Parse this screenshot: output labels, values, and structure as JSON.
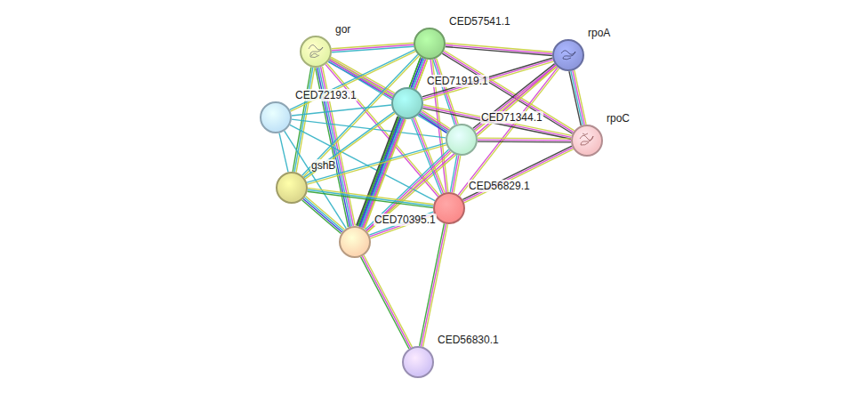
{
  "diagram": {
    "nodes": [
      {
        "text": [
          "gor"
        ]
      },
      {
        "text": [
          "CED57541.1"
        ]
      },
      {
        "text": [
          "rpoA"
        ]
      },
      {
        "text": [
          "CED72193.1"
        ]
      },
      {
        "text": [
          "CED71919.1"
        ]
      },
      {
        "text": [
          "CED71344.1"
        ]
      },
      {
        "text": [
          "rpoC"
        ]
      },
      {
        "text": [
          "gshB"
        ]
      },
      {
        "text": [
          "CED56829.1"
        ]
      },
      {
        "text": [
          "CED70395.1"
        ]
      },
      {
        "text": [
          "CED56830.1"
        ]
      }
    ],
    "edges": [
      {
        "from": 0,
        "to": 1,
        "arrow": "none"
      },
      {
        "from": 0,
        "to": 4,
        "arrow": "none"
      },
      {
        "from": 0,
        "to": 5,
        "arrow": "none"
      },
      {
        "from": 0,
        "to": 8,
        "arrow": "none"
      },
      {
        "from": 0,
        "to": 9,
        "arrow": "none"
      },
      {
        "from": 0,
        "to": 7,
        "arrow": "none"
      },
      {
        "from": 1,
        "to": 2,
        "arrow": "none"
      },
      {
        "from": 1,
        "to": 6,
        "arrow": "none"
      },
      {
        "from": 1,
        "to": 4,
        "arrow": "none"
      },
      {
        "from": 1,
        "to": 5,
        "arrow": "none"
      },
      {
        "from": 1,
        "to": 8,
        "arrow": "none"
      },
      {
        "from": 1,
        "to": 9,
        "arrow": "none"
      },
      {
        "from": 1,
        "to": 7,
        "arrow": "none"
      },
      {
        "from": 1,
        "to": 3,
        "arrow": "none"
      },
      {
        "from": 2,
        "to": 4,
        "arrow": "none"
      },
      {
        "from": 2,
        "to": 5,
        "arrow": "none"
      },
      {
        "from": 2,
        "to": 6,
        "arrow": "none"
      },
      {
        "from": 2,
        "to": 8,
        "arrow": "none"
      },
      {
        "from": 2,
        "to": 9,
        "arrow": "none"
      },
      {
        "from": 3,
        "to": 4,
        "arrow": "none"
      },
      {
        "from": 3,
        "to": 7,
        "arrow": "none"
      },
      {
        "from": 3,
        "to": 9,
        "arrow": "none"
      },
      {
        "from": 3,
        "to": 5,
        "arrow": "none"
      },
      {
        "from": 3,
        "to": 8,
        "arrow": "none"
      },
      {
        "from": 4,
        "to": 5,
        "arrow": "none"
      },
      {
        "from": 4,
        "to": 6,
        "arrow": "none"
      },
      {
        "from": 4,
        "to": 8,
        "arrow": "none"
      },
      {
        "from": 4,
        "to": 9,
        "arrow": "none"
      },
      {
        "from": 4,
        "to": 7,
        "arrow": "none"
      },
      {
        "from": 5,
        "to": 6,
        "arrow": "none"
      },
      {
        "from": 5,
        "to": 8,
        "arrow": "none"
      },
      {
        "from": 5,
        "to": 9,
        "arrow": "none"
      },
      {
        "from": 5,
        "to": 7,
        "arrow": "none"
      },
      {
        "from": 6,
        "to": 8,
        "arrow": "none"
      },
      {
        "from": 7,
        "to": 9,
        "arrow": "none"
      },
      {
        "from": 7,
        "to": 8,
        "arrow": "none"
      },
      {
        "from": 8,
        "to": 9,
        "arrow": "none"
      },
      {
        "from": 8,
        "to": 10,
        "arrow": "none"
      },
      {
        "from": 9,
        "to": 10,
        "arrow": "none"
      }
    ]
  }
}
